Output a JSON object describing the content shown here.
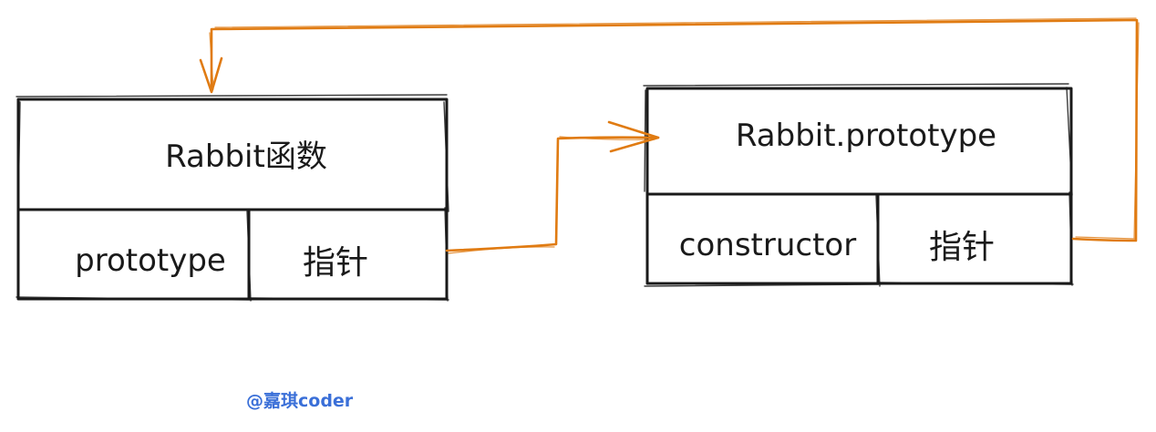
{
  "left_node": {
    "title": "Rabbit函数",
    "field_name": "prototype",
    "field_value": "指针"
  },
  "right_node": {
    "title": "Rabbit.prototype",
    "field_name": "constructor",
    "field_value": "指针"
  },
  "watermark": "@嘉琪coder",
  "colors": {
    "stroke": "#1a1a1a",
    "arrow": "#e07b12",
    "watermark": "#3a6fd8"
  }
}
